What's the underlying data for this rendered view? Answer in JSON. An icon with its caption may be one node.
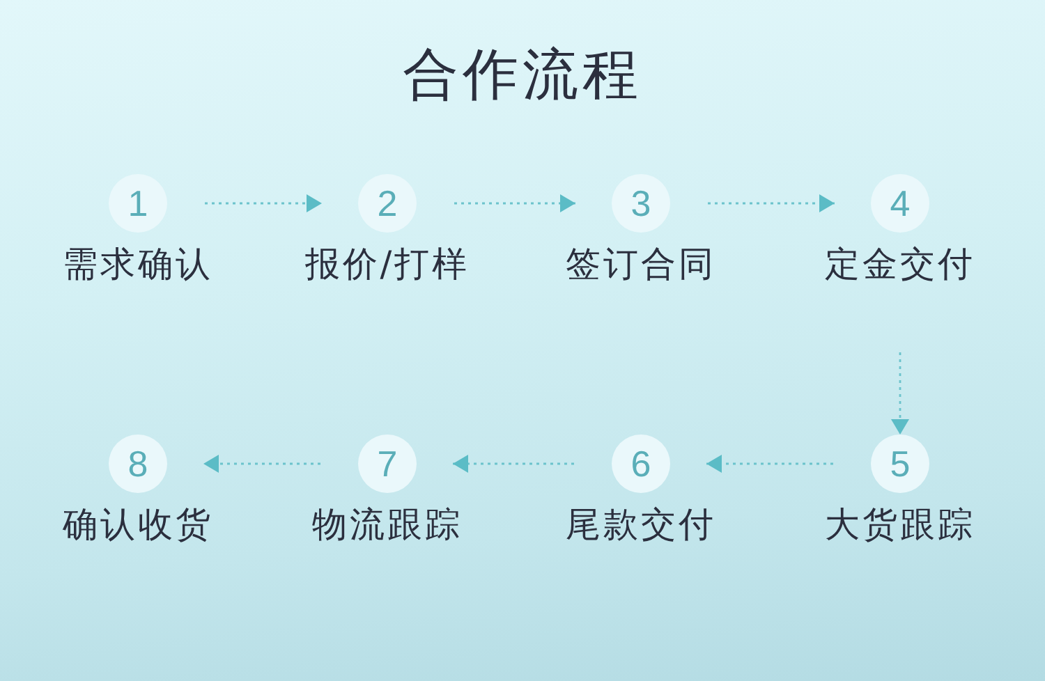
{
  "diagram": {
    "title": "合作流程",
    "nodes": [
      {
        "text": [
          "1"
        ],
        "beside": [
          "需求确认"
        ]
      },
      {
        "text": [
          "2"
        ],
        "beside": [
          "报价/打样"
        ]
      },
      {
        "text": [
          "3"
        ],
        "beside": [
          "签订合同"
        ]
      },
      {
        "text": [
          "4"
        ],
        "beside": [
          "定金交付"
        ]
      },
      {
        "text": [
          "5"
        ],
        "beside": [
          "大货跟踪"
        ]
      },
      {
        "text": [
          "6"
        ],
        "beside": [
          "尾款交付"
        ]
      },
      {
        "text": [
          "7"
        ],
        "beside": [
          "物流跟踪"
        ]
      },
      {
        "text": [
          "8"
        ],
        "beside": [
          "确认收货"
        ]
      }
    ],
    "edges": [
      {
        "from": 0,
        "to": 1,
        "arrow": "to"
      },
      {
        "from": 1,
        "to": 2,
        "arrow": "to"
      },
      {
        "from": 2,
        "to": 3,
        "arrow": "to"
      },
      {
        "from": 3,
        "to": 4,
        "arrow": "to"
      },
      {
        "from": 4,
        "to": 5,
        "arrow": "to"
      },
      {
        "from": 5,
        "to": 6,
        "arrow": "to"
      },
      {
        "from": 6,
        "to": 7,
        "arrow": "to"
      }
    ]
  }
}
